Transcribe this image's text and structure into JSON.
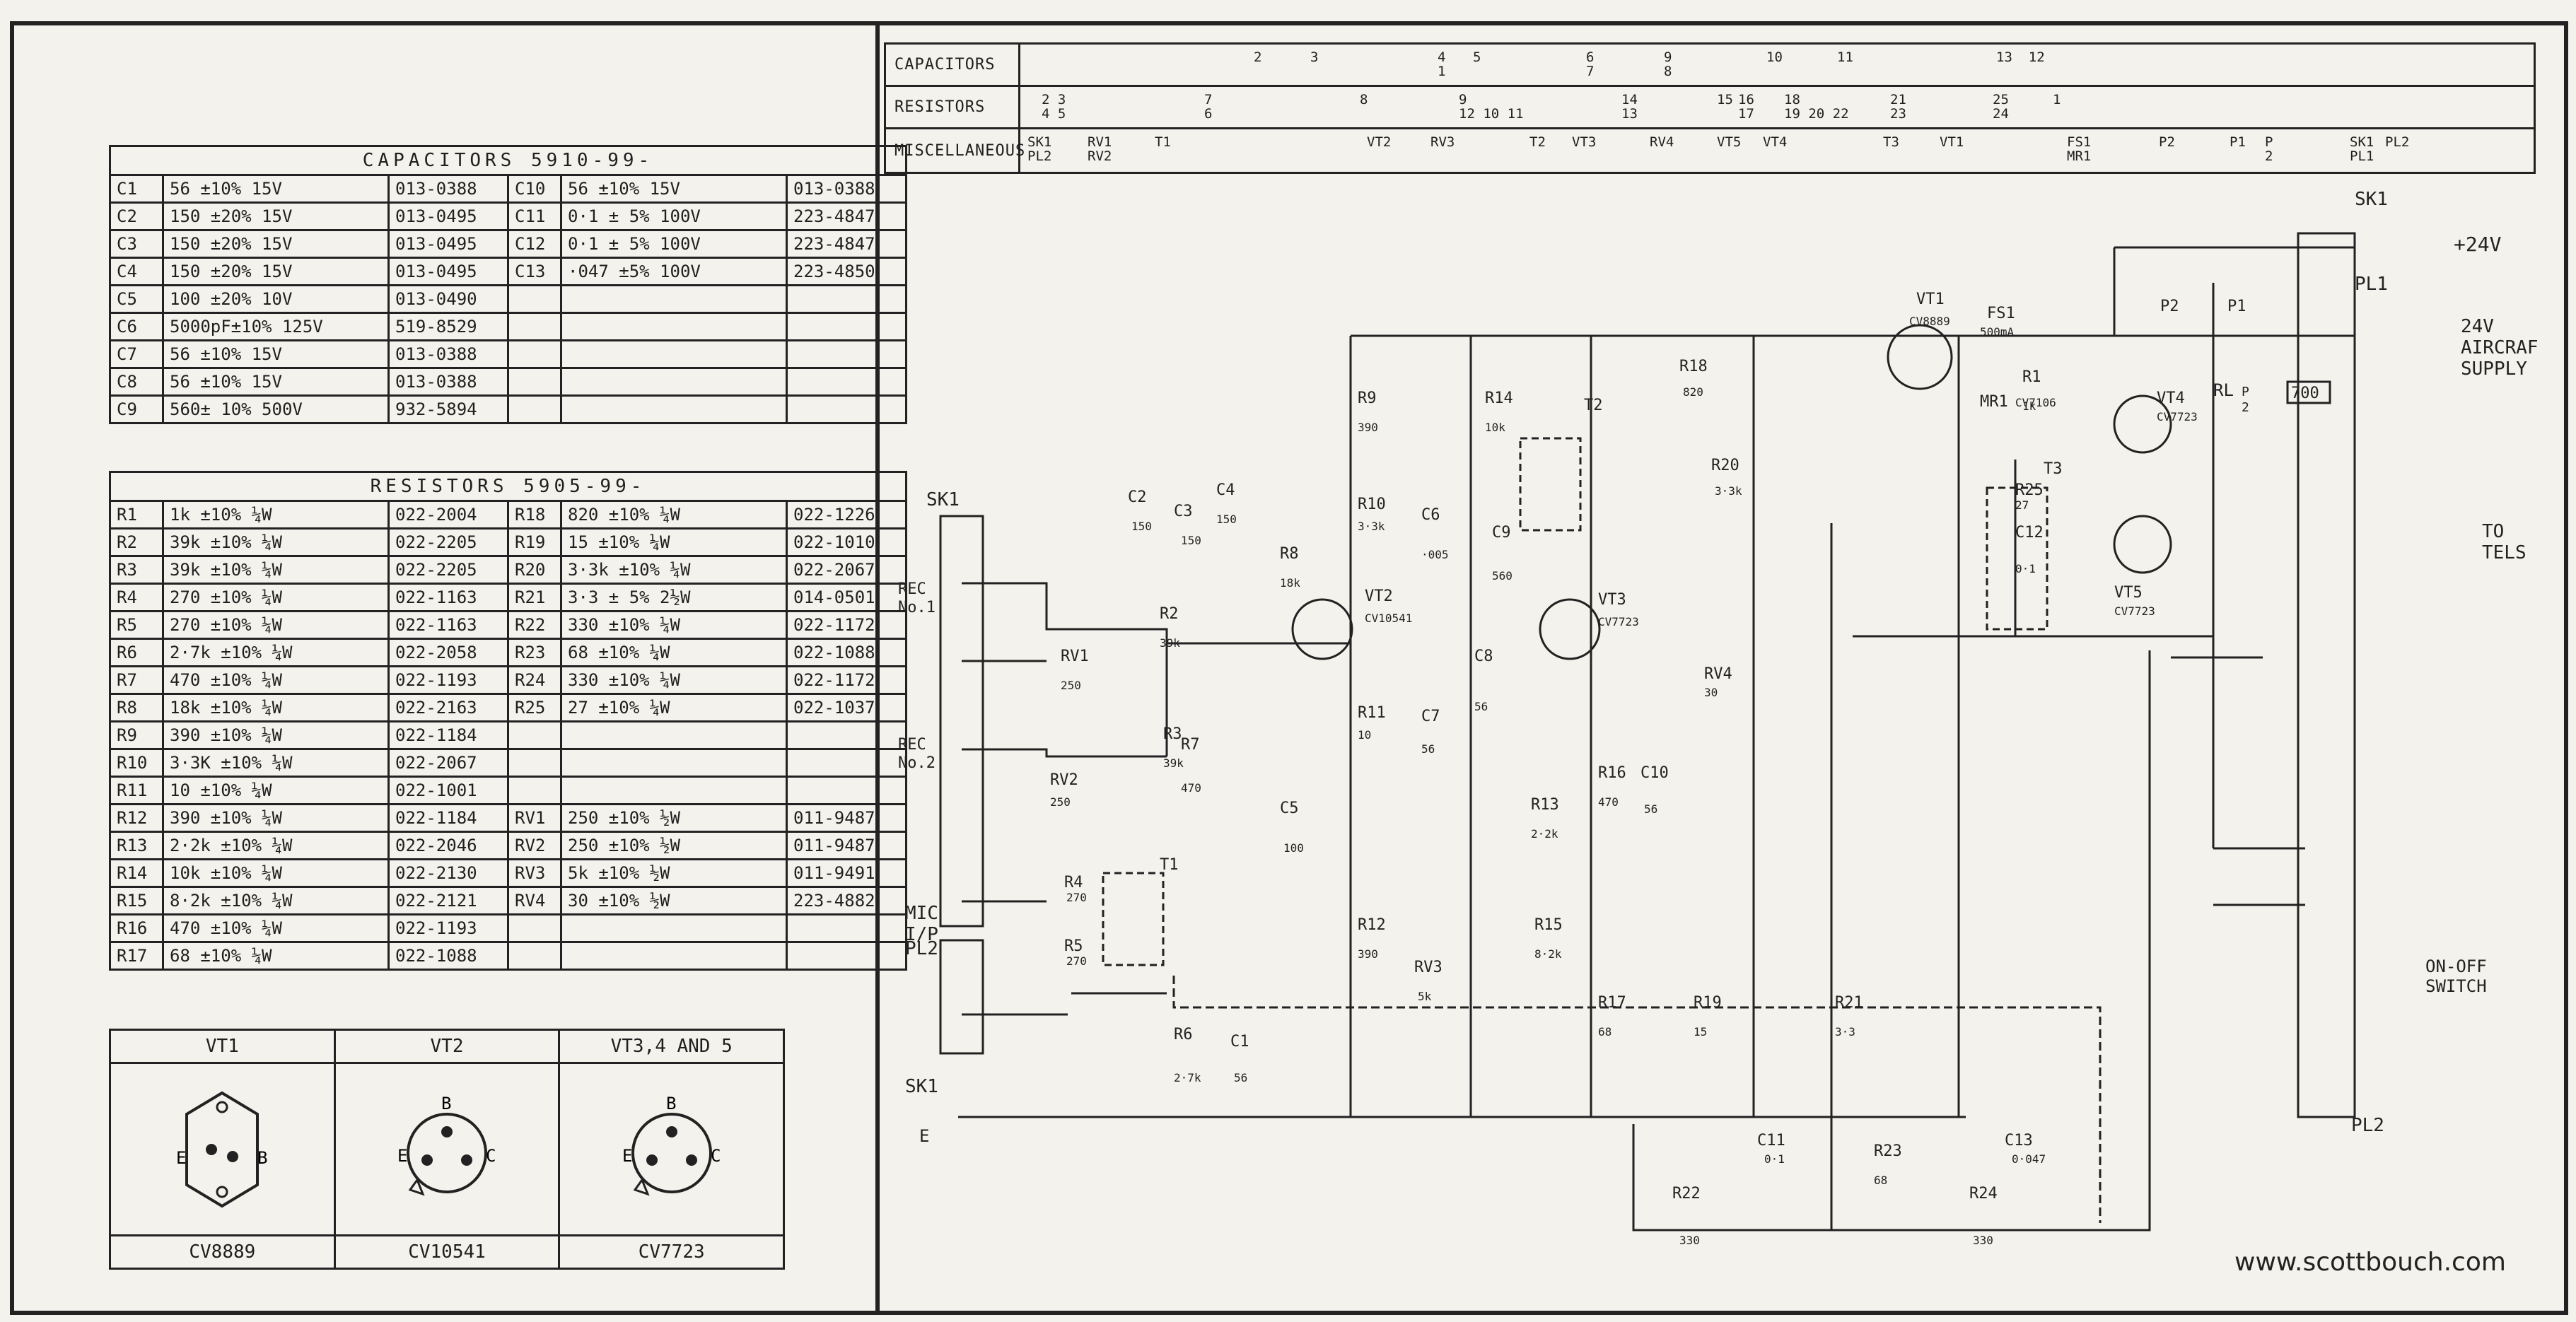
{
  "capacitors_table": {
    "title": "CAPACITORS   5910-99-",
    "rows": [
      {
        "ref": "C1",
        "val": "56  ±10% 15V",
        "part": "013-0388",
        "ref2": "C10",
        "val2": "56 ±10% 15V",
        "part2": "013-0388"
      },
      {
        "ref": "C2",
        "val": "150  ±20% 15V",
        "part": "013-0495",
        "ref2": "C11",
        "val2": "0·1 ± 5% 100V",
        "part2": "223-4847"
      },
      {
        "ref": "C3",
        "val": "150  ±20% 15V",
        "part": "013-0495",
        "ref2": "C12",
        "val2": "0·1 ± 5% 100V",
        "part2": "223-4847"
      },
      {
        "ref": "C4",
        "val": "150  ±20% 15V",
        "part": "013-0495",
        "ref2": "C13",
        "val2": "·047 ±5% 100V",
        "part2": "223-4850"
      },
      {
        "ref": "C5",
        "val": "100  ±20% 10V",
        "part": "013-0490",
        "ref2": "",
        "val2": "",
        "part2": ""
      },
      {
        "ref": "C6",
        "val": "5000pF±10% 125V",
        "part": "519-8529",
        "ref2": "",
        "val2": "",
        "part2": ""
      },
      {
        "ref": "C7",
        "val": "56  ±10% 15V",
        "part": "013-0388",
        "ref2": "",
        "val2": "",
        "part2": ""
      },
      {
        "ref": "C8",
        "val": "56  ±10% 15V",
        "part": "013-0388",
        "ref2": "",
        "val2": "",
        "part2": ""
      },
      {
        "ref": "C9",
        "val": "560± 10% 500V",
        "part": "932-5894",
        "ref2": "",
        "val2": "",
        "part2": ""
      }
    ]
  },
  "resistors_table": {
    "title": "RESISTORS    5905-99-",
    "rows": [
      {
        "ref": "R1",
        "val": "1k  ±10% ¼W",
        "part": "022-2004",
        "ref2": "R18",
        "val2": "820 ±10% ¼W",
        "part2": "022-1226"
      },
      {
        "ref": "R2",
        "val": "39k ±10% ¼W",
        "part": "022-2205",
        "ref2": "R19",
        "val2": "15 ±10% ¼W",
        "part2": "022-1010"
      },
      {
        "ref": "R3",
        "val": "39k ±10% ¼W",
        "part": "022-2205",
        "ref2": "R20",
        "val2": "3·3k ±10% ¼W",
        "part2": "022-2067"
      },
      {
        "ref": "R4",
        "val": "270 ±10% ¼W",
        "part": "022-1163",
        "ref2": "R21",
        "val2": "3·3 ± 5% 2½W",
        "part2": "014-0501"
      },
      {
        "ref": "R5",
        "val": "270 ±10% ¼W",
        "part": "022-1163",
        "ref2": "R22",
        "val2": "330 ±10% ¼W",
        "part2": "022-1172"
      },
      {
        "ref": "R6",
        "val": "2·7k ±10% ¼W",
        "part": "022-2058",
        "ref2": "R23",
        "val2": "68 ±10% ¼W",
        "part2": "022-1088"
      },
      {
        "ref": "R7",
        "val": "470 ±10% ¼W",
        "part": "022-1193",
        "ref2": "R24",
        "val2": "330 ±10% ¼W",
        "part2": "022-1172"
      },
      {
        "ref": "R8",
        "val": "18k ±10% ¼W",
        "part": "022-2163",
        "ref2": "R25",
        "val2": "27 ±10% ¼W",
        "part2": "022-1037"
      },
      {
        "ref": "R9",
        "val": "390 ±10% ¼W",
        "part": "022-1184",
        "ref2": "",
        "val2": "",
        "part2": ""
      },
      {
        "ref": "R10",
        "val": "3·3K ±10% ¼W",
        "part": "022-2067",
        "ref2": "",
        "val2": "",
        "part2": ""
      },
      {
        "ref": "R11",
        "val": "10  ±10% ¼W",
        "part": "022-1001",
        "ref2": "",
        "val2": "",
        "part2": ""
      },
      {
        "ref": "R12",
        "val": "390 ±10% ¼W",
        "part": "022-1184",
        "ref2": "RV1",
        "val2": "250 ±10% ½W",
        "part2": "011-9487"
      },
      {
        "ref": "R13",
        "val": "2·2k ±10% ¼W",
        "part": "022-2046",
        "ref2": "RV2",
        "val2": "250 ±10% ½W",
        "part2": "011-9487"
      },
      {
        "ref": "R14",
        "val": "10k ±10% ¼W",
        "part": "022-2130",
        "ref2": "RV3",
        "val2": "5k ±10% ½W",
        "part2": "011-9491"
      },
      {
        "ref": "R15",
        "val": "8·2k ±10% ¼W",
        "part": "022-2121",
        "ref2": "RV4",
        "val2": "30 ±10% ½W",
        "part2": "223-4882"
      },
      {
        "ref": "R16",
        "val": "470 ±10% ¼W",
        "part": "022-1193",
        "ref2": "",
        "val2": "",
        "part2": ""
      },
      {
        "ref": "R17",
        "val": "68  ±10% ¼W",
        "part": "022-1088",
        "ref2": "",
        "val2": "",
        "part2": ""
      }
    ]
  },
  "transistors": {
    "heads": [
      "VT1",
      "VT2",
      "VT3,4 AND 5"
    ],
    "types": [
      "CV8889",
      "CV10541",
      "CV7723"
    ],
    "pins": {
      "e": "E",
      "b": "B",
      "c": "C"
    }
  },
  "index_table": {
    "rows": [
      {
        "label": "CAPACITORS",
        "entries": [
          "2",
          "3",
          "4\n1",
          "5",
          "6\n7",
          "9\n8",
          "10",
          "11",
          "13  12"
        ]
      },
      {
        "label": "RESISTORS",
        "entries": [
          "2 3\n4 5",
          "7\n6",
          "8",
          "9\n12 10 11",
          "14\n13",
          "15",
          "16\n17",
          "18\n19 20 22",
          "21\n23",
          "25\n24",
          "1"
        ]
      },
      {
        "label": "MISCELLANEOUS",
        "entries": [
          "SK1\nPL2",
          "RV1\nRV2",
          "T1",
          "VT2",
          "RV3",
          "T2",
          "VT3",
          "RV4",
          "VT5",
          "VT4",
          "T3",
          "VT1",
          "FS1\nMR1",
          "P2",
          "P1",
          "P\n2",
          "SK1\nPL1",
          "PL2"
        ]
      }
    ]
  },
  "schematic_labels": {
    "sk1_top": "SK1",
    "pl1": "PL1",
    "pl2_right": "PL2",
    "plus24": "+24V",
    "aircraft": "24V\nAIRCRAFT\nSUPPLY",
    "to_tels": "TO\nTELS",
    "onoff": "ON-OFF\nSWITCH",
    "sk1_left": "SK1",
    "pl2_left": "PL2",
    "sk1_bottom": "SK1",
    "rec1": "REC\nNo.1",
    "rec2": "REC\nNo.2",
    "mic": "MIC\nI/P",
    "e_label": "E",
    "vt1": "VT1",
    "vt1_type": "CV8889",
    "vt2": "VT2",
    "vt2_type": "CV10541",
    "vt3": "VT3",
    "vt3_type": "CV7723",
    "vt4": "VT4",
    "vt4_type": "CV7723",
    "vt5": "VT5",
    "vt5_type": "CV7723",
    "fs1": "FS1",
    "fs1_val": "500mA",
    "mr1": "MR1",
    "mr1_type": "CV7106",
    "rl": "RL",
    "rl_sub": "P\n2",
    "rl_val": "700",
    "p1": "P1",
    "p2": "P2",
    "t1": "T1",
    "t2": "T2",
    "t3": "T3",
    "r1": "R1",
    "r1v": "1k",
    "r2": "R2",
    "r2v": "39k",
    "r3": "R3",
    "r3v": "39k",
    "r4": "R4",
    "r4v": "270",
    "r5": "R5",
    "r5v": "270",
    "r6": "R6",
    "r6v": "2·7k",
    "r7": "R7",
    "r7v": "470",
    "r8": "R8",
    "r8v": "18k",
    "r9": "R9",
    "r9v": "390",
    "r10": "R10",
    "r10v": "3·3k",
    "r11": "R11",
    "r11v": "10",
    "r12": "R12",
    "r12v": "390",
    "r13": "R13",
    "r13v": "2·2k",
    "r14": "R14",
    "r14v": "10k",
    "r15": "R15",
    "r15v": "8·2k",
    "r16": "R16",
    "r16v": "470",
    "r17": "R17",
    "r17v": "68",
    "r18": "R18",
    "r18v": "820",
    "r19": "R19",
    "r19v": "15",
    "r20": "R20",
    "r20v": "3·3k",
    "r21": "R21",
    "r21v": "3·3",
    "r22": "R22",
    "r22v": "330",
    "r23": "R23",
    "r23v": "68",
    "r24": "R24",
    "r24v": "330",
    "r25": "R25",
    "r25v": "27",
    "rv1": "RV1",
    "rv1v": "250",
    "rv2": "RV2",
    "rv2v": "250",
    "rv3": "RV3",
    "rv3v": "5k",
    "rv4": "RV4",
    "rv4v": "30",
    "c1": "C1",
    "c1v": "56",
    "c2": "C2",
    "c2v": "150",
    "c3": "C3",
    "c3v": "150",
    "c4": "C4",
    "c4v": "150",
    "c5": "C5",
    "c5v": "100",
    "c6": "C6",
    "c6v": "·005",
    "c7": "C7",
    "c7v": "56",
    "c8": "C8",
    "c8v": "56",
    "c9": "C9",
    "c9v": "560",
    "c10": "C10",
    "c10v": "56",
    "c11": "C11",
    "c11v": "0·1",
    "c12": "C12",
    "c12v": "0·1",
    "c13": "C13",
    "c13v": "0·047"
  },
  "watermark": "www.scottbouch.com"
}
